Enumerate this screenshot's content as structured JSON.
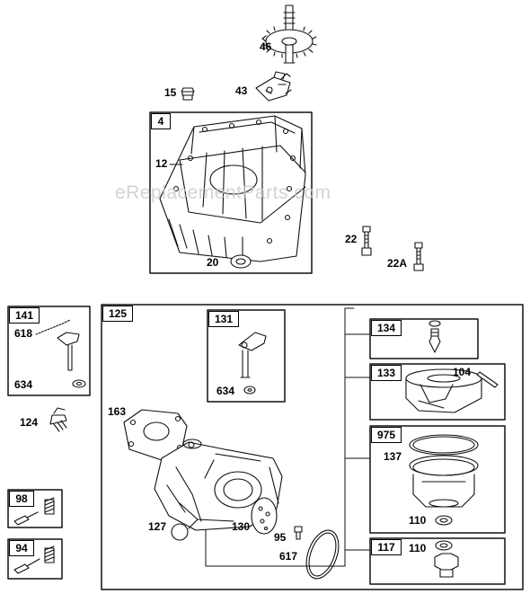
{
  "watermark": "eReplacementParts.com",
  "groups": {
    "g4": "4",
    "g141": "141",
    "g125": "125",
    "g131": "131",
    "g134": "134",
    "g133": "133",
    "g975": "975",
    "g117": "117",
    "g98": "98",
    "g94": "94"
  },
  "callouts": {
    "c46": "46",
    "c43": "43",
    "c15": "15",
    "c12": "12",
    "c20": "20",
    "c22": "22",
    "c22a": "22A",
    "c618": "618",
    "c634a": "634",
    "c124": "124",
    "c163": "163",
    "c634b": "634",
    "c104": "104",
    "c137": "137",
    "c110a": "110",
    "c110b": "110",
    "c127": "127",
    "c130": "130",
    "c95": "95",
    "c617": "617"
  }
}
